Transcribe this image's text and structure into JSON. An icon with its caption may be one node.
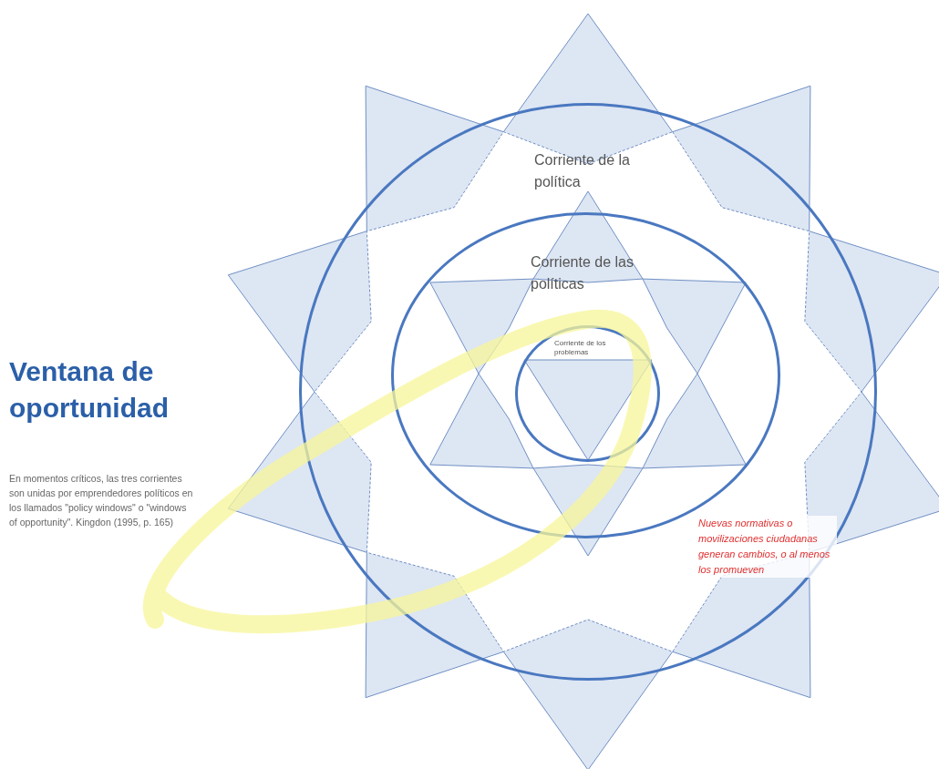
{
  "diagram": {
    "title": "Ventana de oportunidad",
    "nodes": [
      {
        "text": [
          "Corriente de la política"
        ]
      },
      {
        "text": [
          "Corriente de las políticas"
        ],
        "in": 0
      },
      {
        "text": [
          "Corriente de los problemas"
        ],
        "in": 1
      }
    ],
    "labels": [
      "En momentos críticos, las tres corrientes son unidas por emprendedores políticos en los llamados \"policy windows\" o \"windows of opportunity\". Kingdon (1995, p. 165)",
      "Nuevas normativas o movilizaciones ciudadanas generan cambios, o al menos los promueven"
    ]
  }
}
